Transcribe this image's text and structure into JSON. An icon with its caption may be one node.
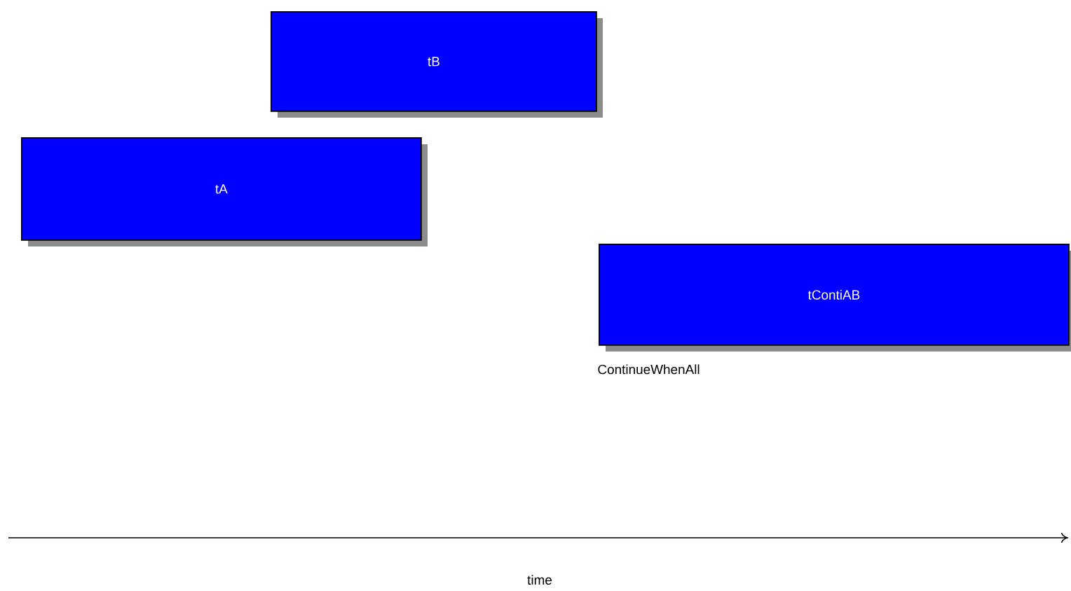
{
  "diagram": {
    "nodes": [
      {
        "text": [
          "tB"
        ]
      },
      {
        "text": [
          "tA"
        ]
      },
      {
        "text": [
          "tContiAB"
        ],
        "beside": [
          "ContinueWhenAll"
        ]
      }
    ],
    "edges": [],
    "labels": [
      "time"
    ]
  }
}
